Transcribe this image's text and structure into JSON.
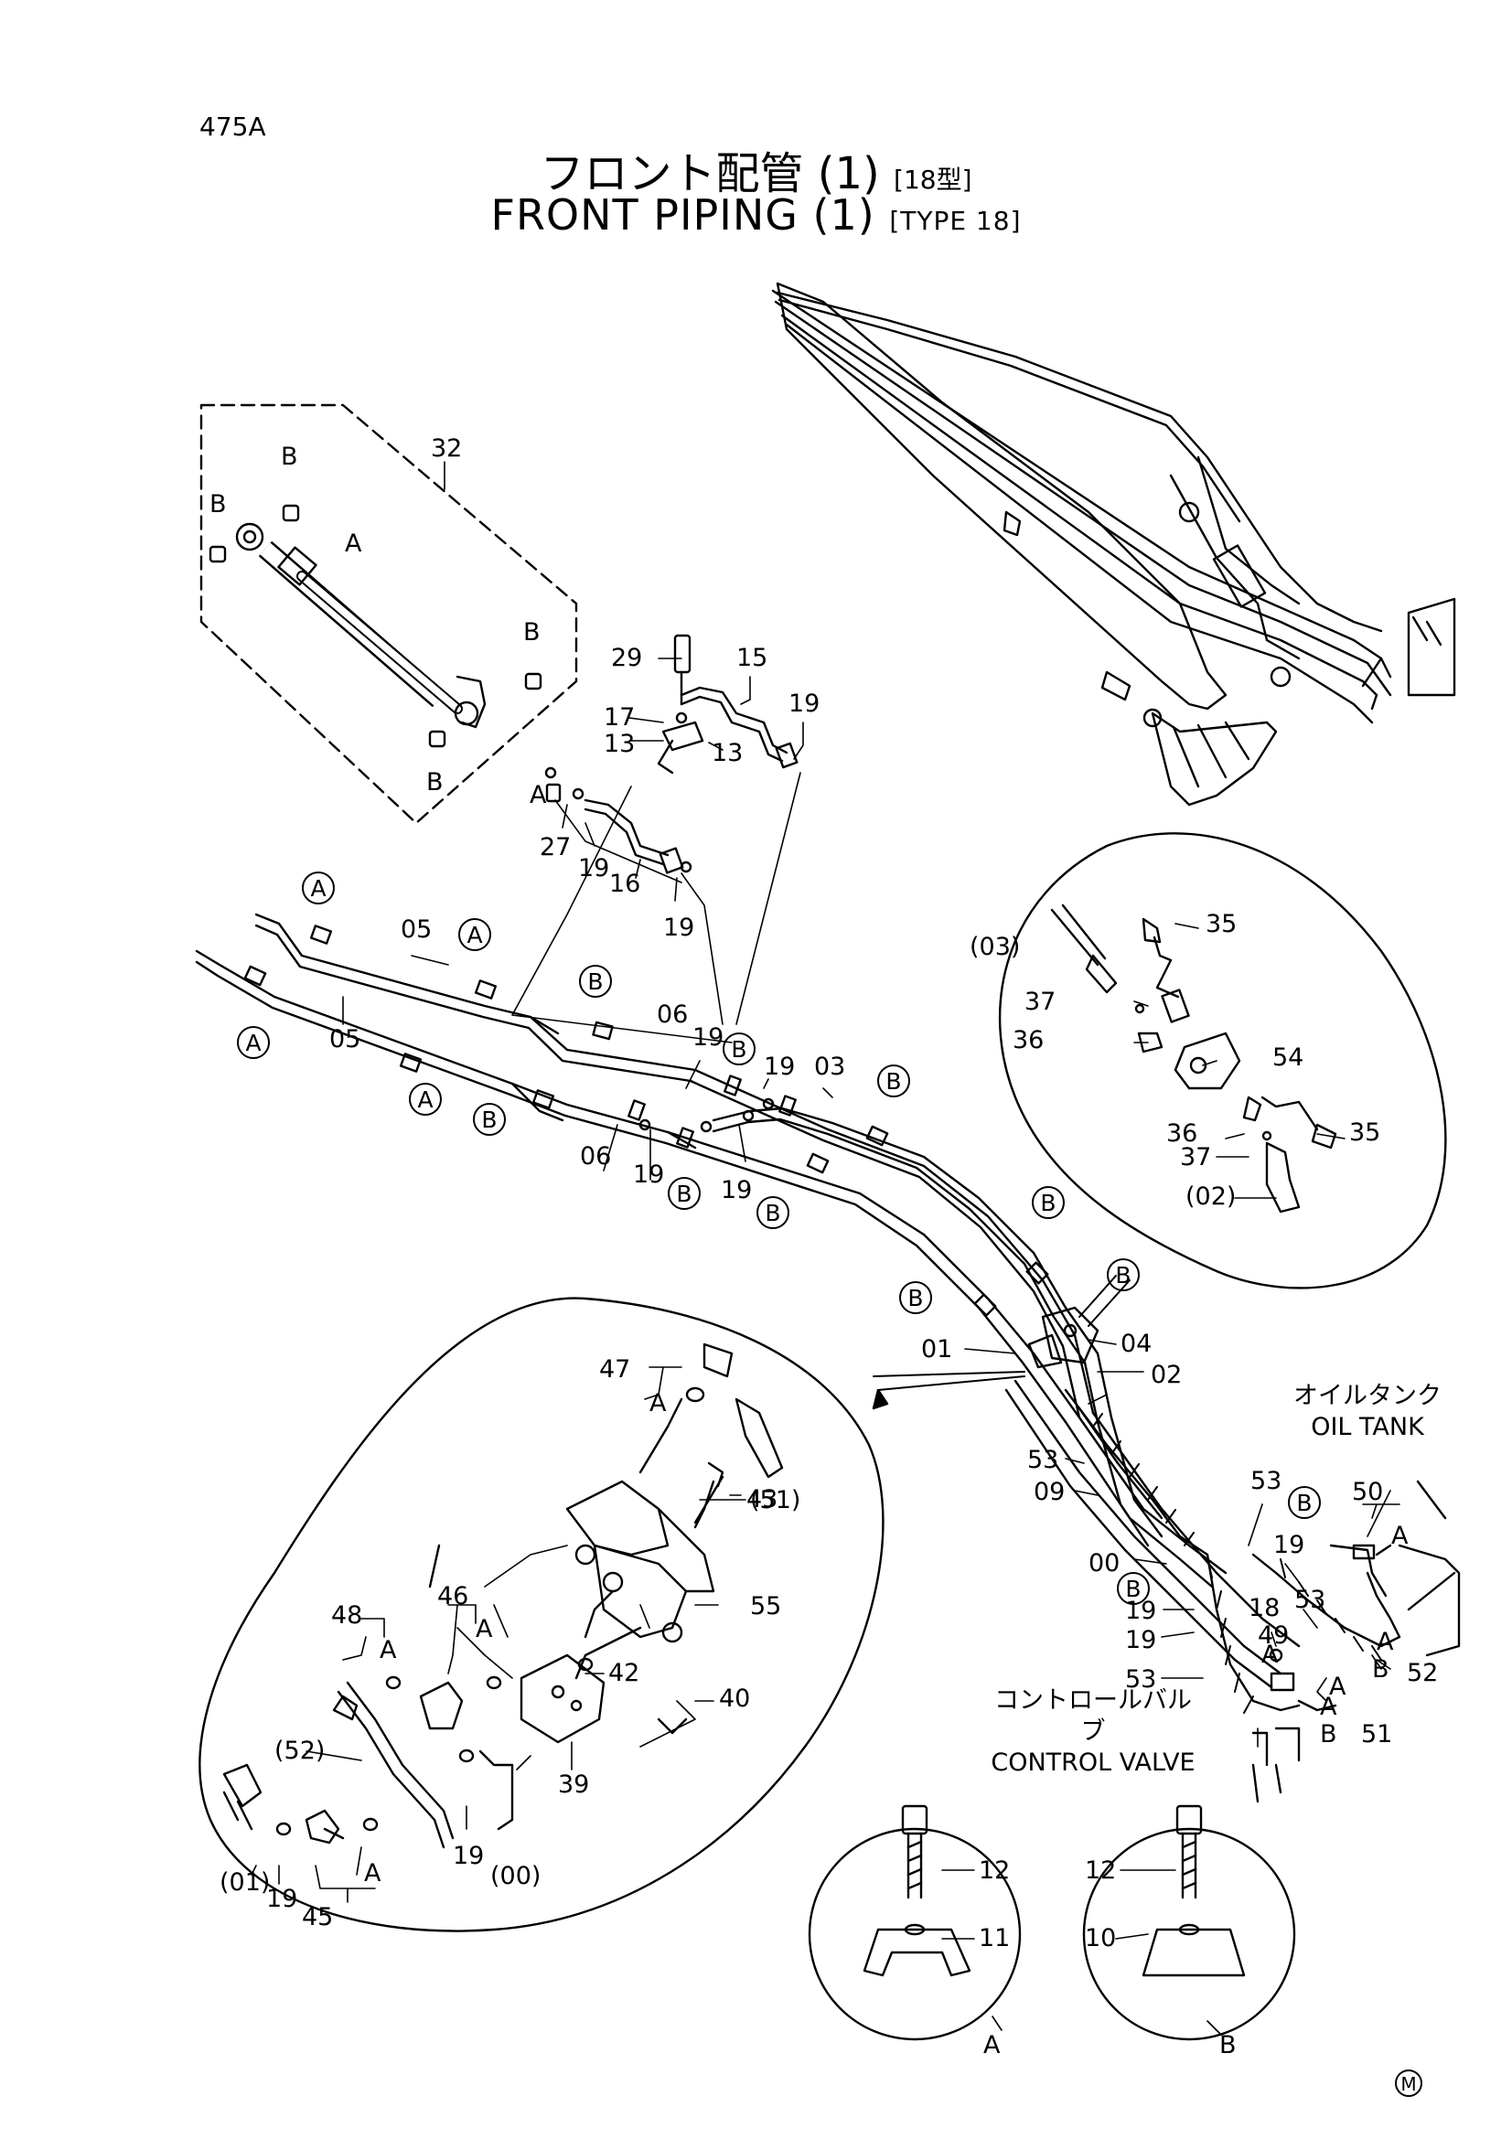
{
  "page_id": "475A",
  "title": {
    "jp": "フロント配管 (1)",
    "jp_type": "[18型]",
    "en": "FRONT PIPING (1)",
    "en_type": "[TYPE 18]"
  },
  "notes": {
    "oil_tank_jp": "オイルタンク",
    "oil_tank_en": "OIL TANK",
    "control_valve_jp": "コントロールバルブ",
    "control_valve_en": "CONTROL VALVE"
  },
  "part_labels": {
    "p32": "32",
    "p29": "29",
    "p15": "15",
    "p17": "17",
    "p13a": "13",
    "p13b": "13",
    "p19a": "19",
    "p27": "27",
    "p19b": "19",
    "p16": "16",
    "p19c": "19",
    "p05a": "05",
    "p05b": "05",
    "p06a": "06",
    "p06b": "06",
    "p19d": "19",
    "p19e": "19",
    "p19f": "19",
    "p19g": "19",
    "p03": "03",
    "p01": "01",
    "p04": "04",
    "p02": "02",
    "p53a": "53",
    "p09": "09",
    "p53b": "53",
    "p00": "00",
    "p19h": "19",
    "p19i": "19",
    "p18": "18",
    "p53c": "53",
    "p49": "49",
    "p53d": "53",
    "p50": "50",
    "p52": "52",
    "p51": "51",
    "p35a": "35",
    "p03b": "(03)",
    "p37a": "37",
    "p36a": "36",
    "p54": "54",
    "p36b": "36",
    "p37b": "37",
    "p35b": "35",
    "p02b": "(02)",
    "p47": "47",
    "p51b": "(51)",
    "p43": "43",
    "p55": "55",
    "p48": "48",
    "p46": "46",
    "p42": "42",
    "p40": "40",
    "p52b": "(52)",
    "p39": "39",
    "p01b": "(01)",
    "p19j": "19",
    "p45": "45",
    "p19k": "19",
    "p00b": "(00)",
    "p12a": "12",
    "p11": "11",
    "p12b": "12",
    "p10": "10"
  },
  "callouts": {
    "A": "A",
    "B": "B"
  },
  "detail_labels": {
    "detail_a": "A",
    "detail_b": "B"
  },
  "mark": "M"
}
